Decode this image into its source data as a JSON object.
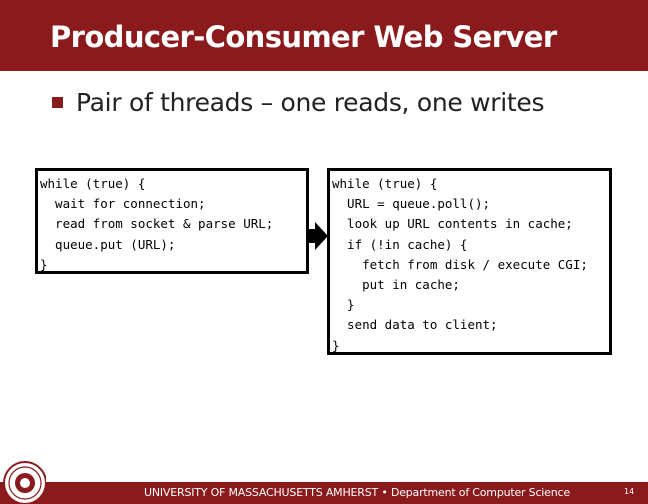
{
  "slide": {
    "title": "Producer-Consumer Web Server",
    "bullet": "Pair of threads – one reads, one writes",
    "page_number": "14"
  },
  "code": {
    "producer": [
      "while (true) {",
      "  wait for connection;",
      "  read from socket & parse URL;",
      "  queue.put (URL);",
      "}"
    ],
    "consumer": [
      "while (true) {",
      "  URL = queue.poll();",
      "  look up URL contents in cache;",
      "  if (!in cache) {",
      "    fetch from disk / execute CGI;",
      "    put in cache;",
      "  }",
      "  send data to client;",
      "}"
    ]
  },
  "footer": {
    "university": "UNIVERSITY OF MASSACHUSETTS AMHERST",
    "separator": "•",
    "department": "Department of Computer Science"
  },
  "colors": {
    "brand_maroon": "#8b1a1d"
  },
  "icons": {
    "arrow": "arrow-right-icon",
    "seal": "university-seal-icon"
  }
}
